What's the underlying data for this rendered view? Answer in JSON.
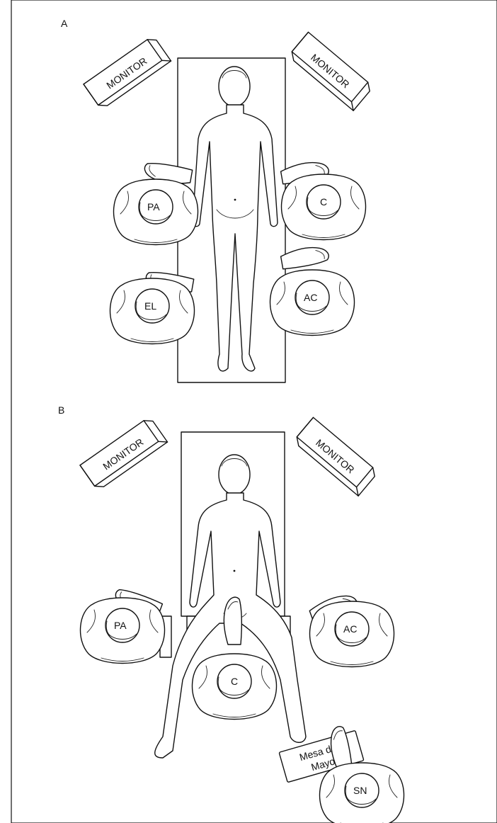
{
  "panels": [
    {
      "letter": "A",
      "monitors": [
        "MONITOR",
        "MONITOR"
      ],
      "people": [
        "PA",
        "C",
        "EL",
        "AC"
      ]
    },
    {
      "letter": "B",
      "monitors": [
        "MONITOR",
        "MONITOR"
      ],
      "people": [
        "PA",
        "AC",
        "C",
        "SN"
      ],
      "mayo_table": [
        "Mesa de",
        "Mayo"
      ]
    }
  ]
}
